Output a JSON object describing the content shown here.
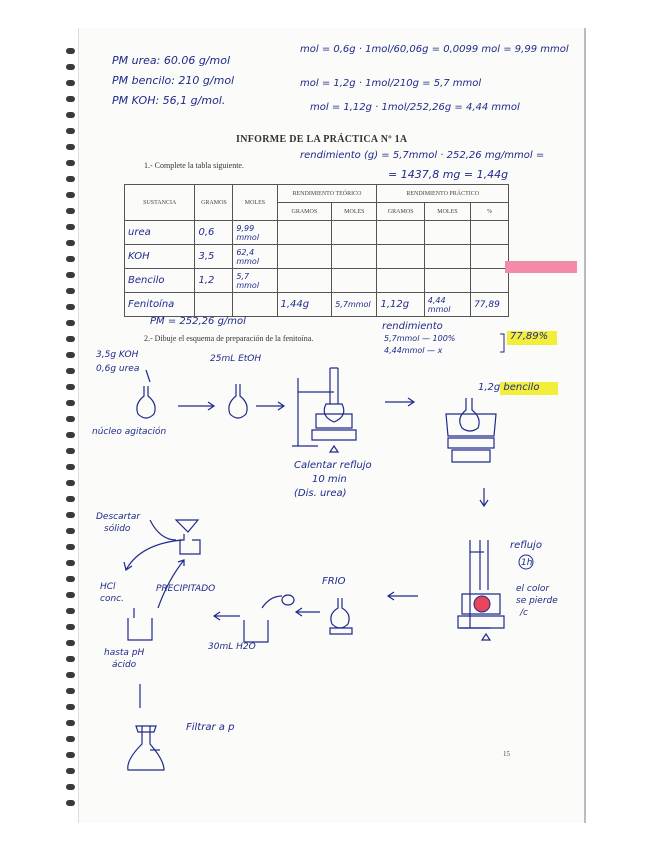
{
  "header": {
    "pm_urea": "PM urea: 60.06 g/mol",
    "pm_kou": "PM KOH: 56,1 g/mol.",
    "pm_bencilo": "PM bencilo: 210 g/mol",
    "calc_urea": "mol = 0,6g · 1mol/60,06g = 0,0099 mol = 9,99 mmol",
    "calc_bencilo": "mol = 1,2g · 1mol/210g = 5,7 mmol",
    "calc_koh": "mol = 1,12g · 1mol/252,26g = 4,44 mmol"
  },
  "report": {
    "title": "INFORME DE LA PRÁCTICA Nº 1A",
    "instruction_1": "1.- Complete la tabla siguiente.",
    "instruction_2": "2.- Dibuje el esquema de preparación de la fenitoína.",
    "rendimiento_line1": "rendimiento (g) = 5,7mmol · 252,26 mg/mmol =",
    "rendimiento_line2": "= 1437,8 mg = 1,44g"
  },
  "table": {
    "headers": [
      "SUSTANCIA",
      "GRAMOS",
      "MOLES",
      "RENDIMIENTO TEÓRICO",
      "RENDIMIENTO PRÁCTICO"
    ],
    "subheaders": [
      "GRAMOS",
      "MOLES",
      "GRAMOS",
      "MOLES",
      "%"
    ],
    "rows": [
      {
        "sustancia": "urea",
        "gramos": "0,6",
        "moles": "9,99 mmol",
        "rt_g": "",
        "rt_mol": "",
        "rp_g": "",
        "rp_mol": "",
        "pct": ""
      },
      {
        "sustancia": "KOH",
        "gramos": "3,5",
        "moles": "62,4 mmol",
        "rt_g": "",
        "rt_mol": "",
        "rp_g": "",
        "rp_mol": "",
        "pct": ""
      },
      {
        "sustancia": "Bencilo",
        "gramos": "1,2",
        "moles": "5,7 mmol",
        "rt_g": "",
        "rt_mol": "",
        "rp_g": "",
        "rp_mol": "",
        "pct": ""
      },
      {
        "sustancia": "Fenitoína",
        "gramos": "",
        "moles": "",
        "rt_g": "1,44g",
        "rt_mol": "5,7mmol",
        "rp_g": "1,12g",
        "rp_mol": "4,44 mmol",
        "pct": "77,89"
      }
    ]
  },
  "notes": {
    "pm_fenitoina": "PM = 252,26 g/mol",
    "rendimiento_label": "rendimiento",
    "rule_line1": "5,7mmol — 100%",
    "rule_line2": "4,44mmol — x",
    "result": "77,89%"
  },
  "scheme": {
    "koh_amount": "3,5g KOH",
    "urea_amount": "0,6g urea",
    "etoh": "25mL EtOH",
    "nucleo": "núcleo agitación",
    "calentar_1": "Calentar reflujo",
    "calentar_2": "10 min",
    "calentar_3": "(Dis. urea)",
    "bencilo": "1,2g bencilo",
    "reflujo": "reflujo",
    "reflujo_time": "1h",
    "color_1": "el color",
    "color_2": "se pierde",
    "color_3": "/c",
    "frio": "FRIO",
    "agua": "30mL H2O",
    "precipitado": "PRECIPITADO",
    "descartar_1": "Descartar",
    "descartar_2": "sólido",
    "hcl_1": "HCl",
    "hcl_2": "conc.",
    "hasta_1": "hasta pH",
    "hasta_2": "ácido",
    "filtrar": "Filtrar a p"
  },
  "page_number": "15",
  "colors": {
    "ink": "#1f2a8a",
    "highlight": "#f3ee3a",
    "pink_marker": "#f48aa8",
    "flask_red": "#e8455a"
  }
}
